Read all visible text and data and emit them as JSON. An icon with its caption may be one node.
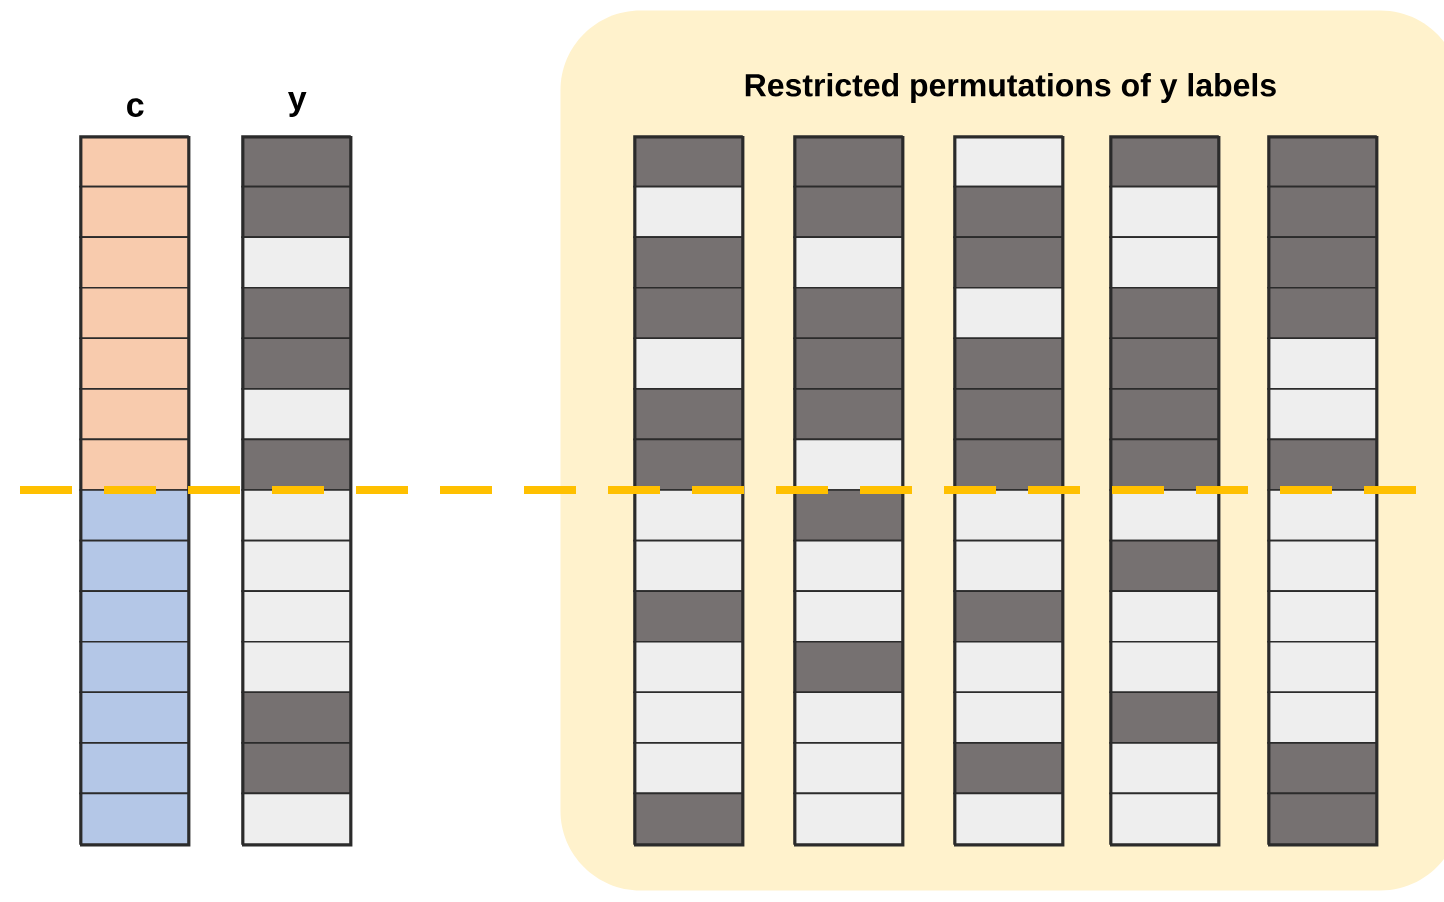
{
  "diagram": {
    "nodes": [
      {
        "text": [
          "c"
        ]
      },
      {
        "text": [
          "y"
        ]
      },
      {
        "text": [
          "Restricted permutations of y labels"
        ]
      },
      {
        "text": [],
        "shape": "bar",
        "in": 2
      },
      {
        "text": [],
        "shape": "bar",
        "in": 2
      },
      {
        "text": [],
        "shape": "bar",
        "in": 2
      },
      {
        "text": [],
        "shape": "bar",
        "in": 2
      },
      {
        "text": [],
        "shape": "bar",
        "in": 2
      }
    ]
  }
}
